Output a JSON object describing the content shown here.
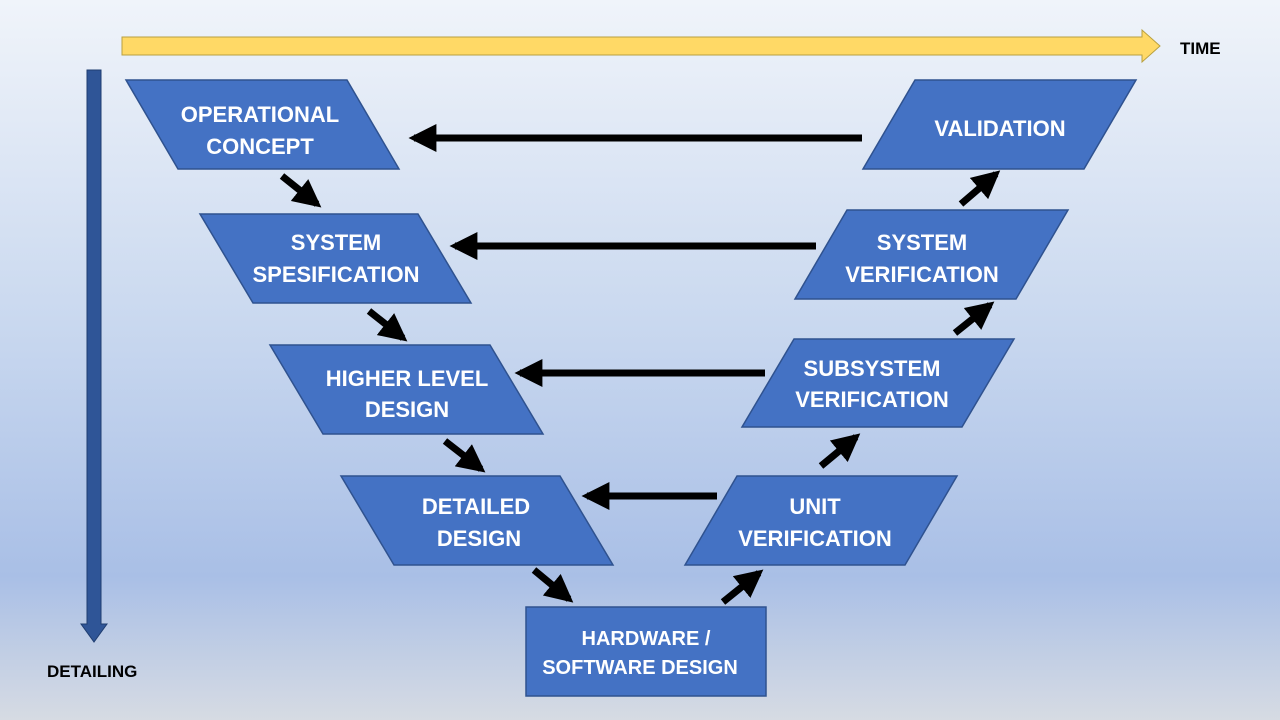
{
  "axes": {
    "time_label": "TIME",
    "detailing_label": "DETAILING"
  },
  "left_boxes": [
    {
      "line1": "OPERATIONAL",
      "line2": "CONCEPT"
    },
    {
      "line1": "SYSTEM",
      "line2": "SPESIFICATION"
    },
    {
      "line1": "HIGHER LEVEL",
      "line2": "DESIGN"
    },
    {
      "line1": "DETAILED",
      "line2": "DESIGN"
    }
  ],
  "right_boxes": [
    {
      "line1": "VALIDATION",
      "line2": ""
    },
    {
      "line1": "SYSTEM",
      "line2": "VERIFICATION"
    },
    {
      "line1": "SUBSYSTEM",
      "line2": "VERIFICATION"
    },
    {
      "line1": "UNIT",
      "line2": "VERIFICATION"
    }
  ],
  "bottom_box": {
    "line1": "HARDWARE /",
    "line2": "SOFTWARE DESIGN"
  },
  "colors": {
    "box_fill": "#4472c4",
    "box_stroke": "#2f528f",
    "time_arrow": "#ffd966",
    "detailing_arrow": "#2f5597",
    "connector": "#000000"
  }
}
